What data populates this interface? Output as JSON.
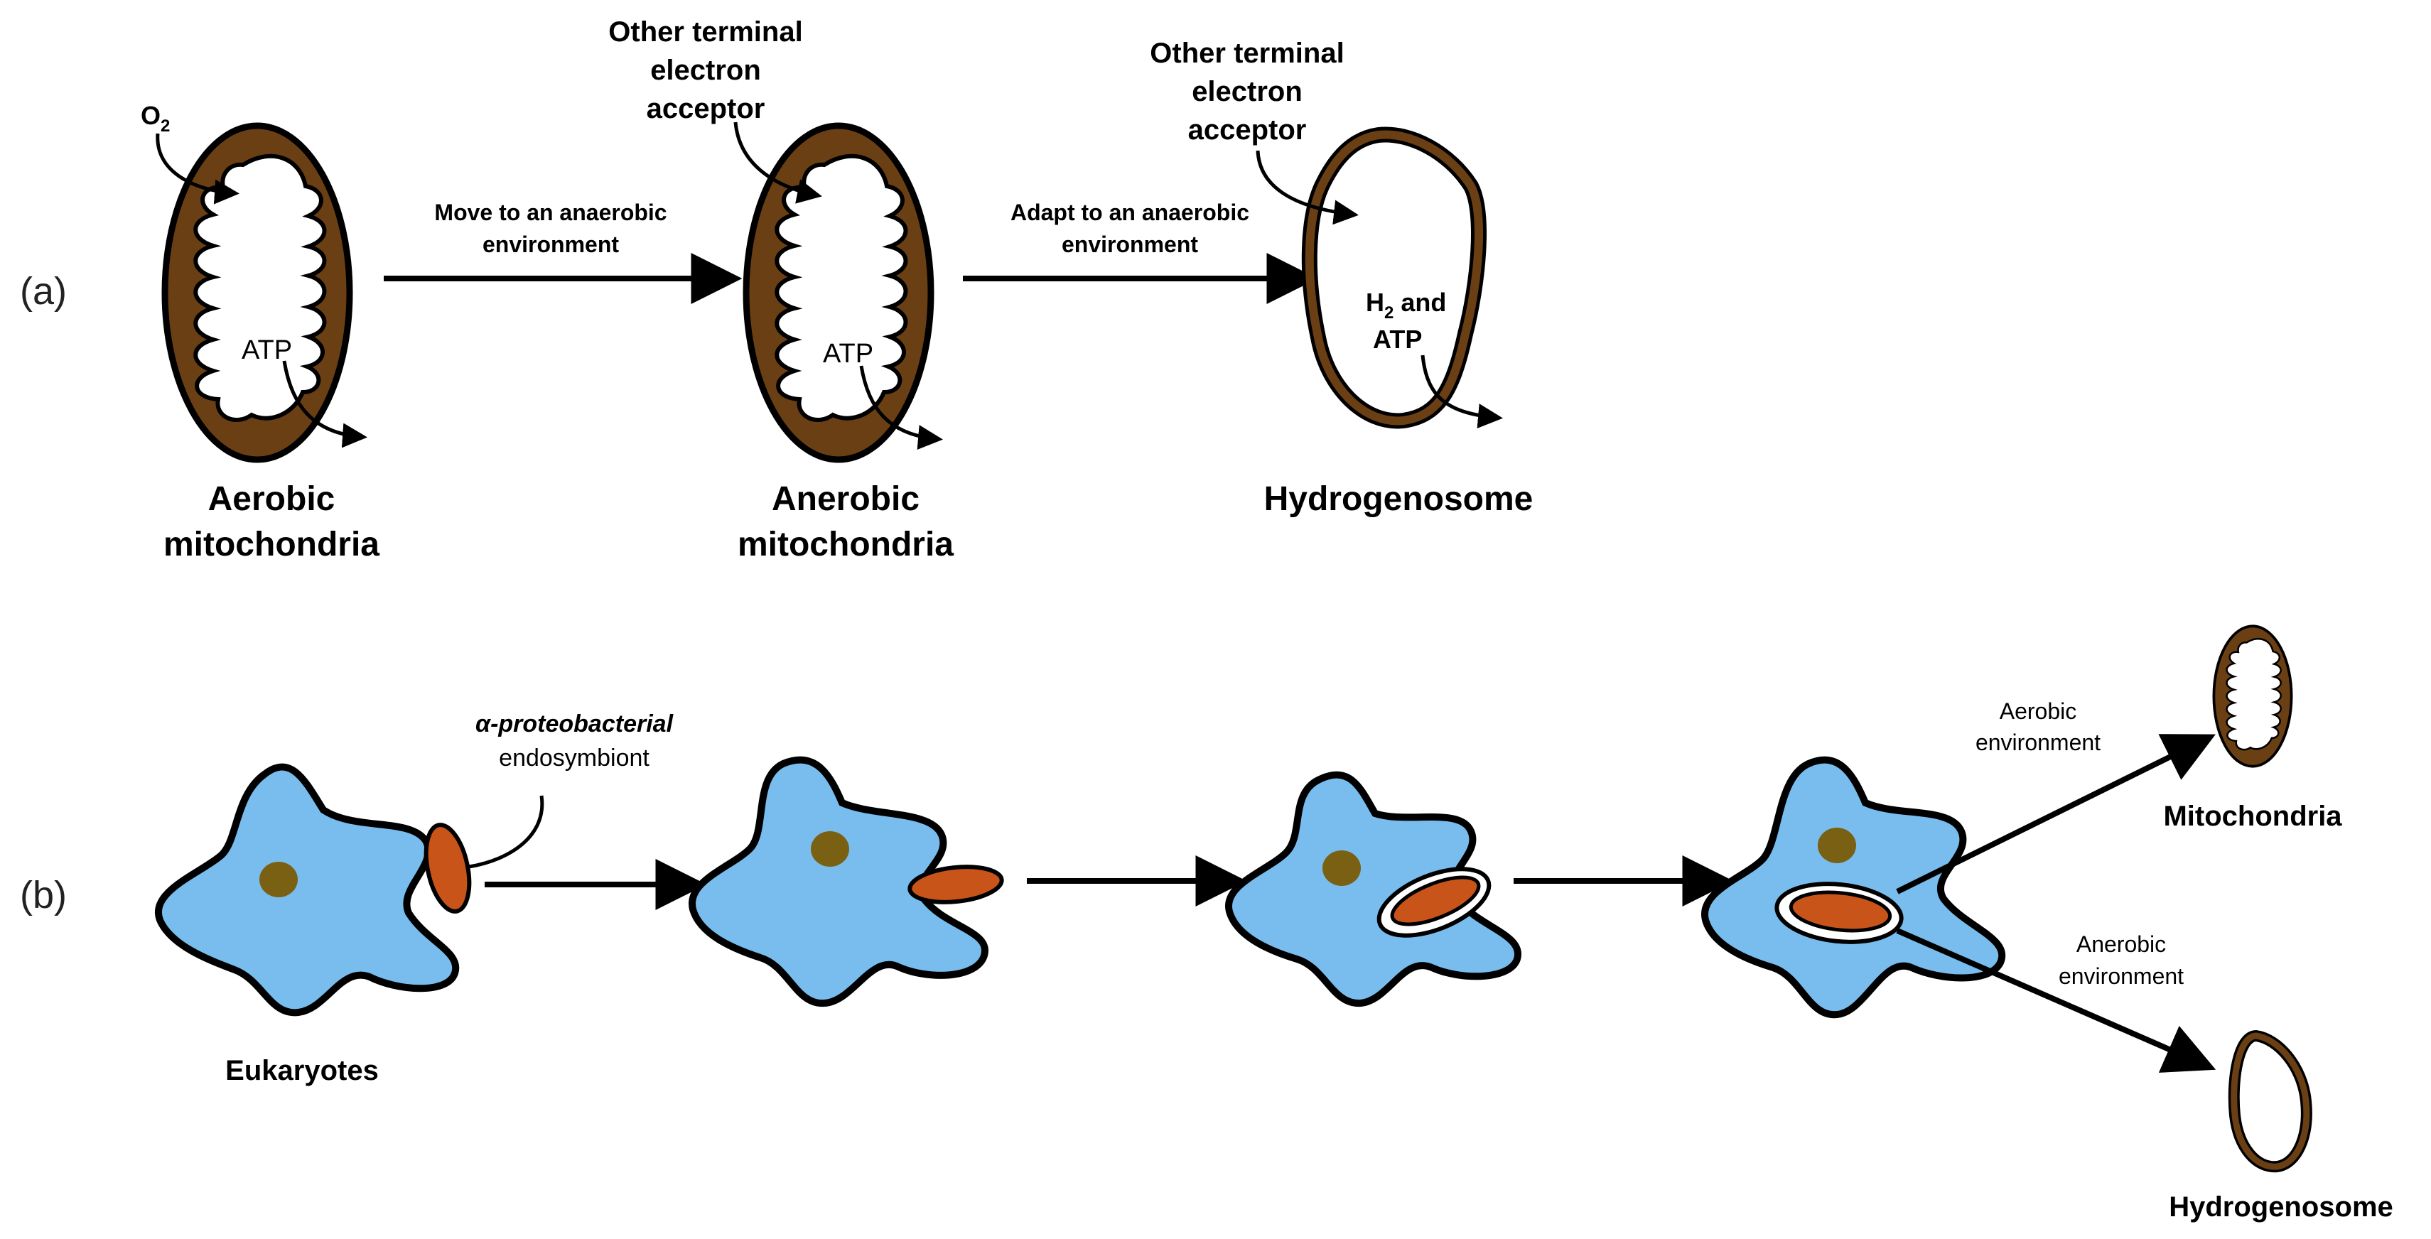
{
  "panel_a": {
    "label": "(a)",
    "stage1": {
      "input": "O",
      "input_sub": "2",
      "output": "ATP",
      "name_line1": "Aerobic",
      "name_line2": "mitochondria"
    },
    "arrow1": {
      "line1": "Move to an anaerobic",
      "line2": "environment"
    },
    "stage2": {
      "input_line1": "Other terminal",
      "input_line2": "electron",
      "input_line3": "acceptor",
      "output": "ATP",
      "name_line1": "Anerobic",
      "name_line2": "mitochondria"
    },
    "arrow2": {
      "line1": "Adapt to an anaerobic",
      "line2": "environment"
    },
    "stage3": {
      "input_line1": "Other terminal",
      "input_line2": "electron",
      "input_line3": "acceptor",
      "output_h": "H",
      "output_sub": "2",
      "output_and": " and",
      "output_line2": "ATP",
      "name": "Hydrogenosome"
    }
  },
  "panel_b": {
    "label": "(b)",
    "endosymbiont_italic": "α-proteobacterial",
    "endosymbiont": "endosymbiont",
    "eukaryotes": "Eukaryotes",
    "aerobic_line1": "Aerobic",
    "aerobic_line2": "environment",
    "anaerobic_line1": "Anerobic",
    "anaerobic_line2": "environment",
    "mitochondria": "Mitochondria",
    "hydrogenosome": "Hydrogenosome"
  },
  "colors": {
    "mito_brown": "#6b3f14",
    "cell_blue": "#78bdee",
    "nucleus": "#7a6012",
    "bacterium": "#c8541a"
  }
}
